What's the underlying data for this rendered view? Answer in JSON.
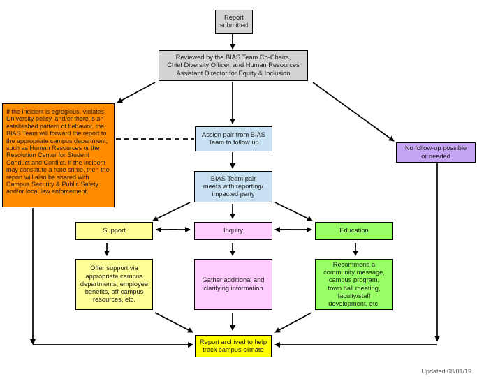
{
  "colors": {
    "gray": "#d3d3d3",
    "blue": "#c7e1f2",
    "orange": "#ff8c00",
    "purple": "#c6a4f4",
    "yellow": "#ffff99",
    "pink": "#ffccff",
    "green": "#99ff66",
    "bright_yellow": "#ffff00"
  },
  "nodes": {
    "report_submitted": "Report\nsubmitted",
    "reviewed": "Reviewed by the BIAS Team Co-Chairs,\nChief Diversity Officer, and Human Resources\nAssistant Director for Equity & Inclusion",
    "egregious": "If the incident is egregious, violates University policy, and/or there is an established pattern of behavior, the BIAS Team will forward the report to the appropriate campus department, such as Human Resources or the Resolution Center for Student Conduct and Conflict. If the incident may constitute a hate crime, then the report will also be shared with Campus Security & Public Safety and/or local law enforcement.",
    "assign_pair": "Assign pair from BIAS\nTeam to follow up",
    "no_follow_up": "No follow-up possible\nor needed",
    "pair_meets": "BIAS Team pair\nmeets with reporting/\nimpacted party",
    "support": "Support",
    "inquiry": "Inquiry",
    "education": "Education",
    "offer_support": "Offer support via\nappropriate campus\ndepartments, employee\nbenefits, off-campus\nresources, etc.",
    "gather_info": "Gather additional and\nclarifying information",
    "recommend": "Recommend a\ncommunity message,\ncampus program,\ntown hall meeting,\nfaculty/staff\ndevelopment, etc.",
    "archived": "Report archived to help\ntrack campus climate"
  },
  "footer": "Updated 08/01/19"
}
